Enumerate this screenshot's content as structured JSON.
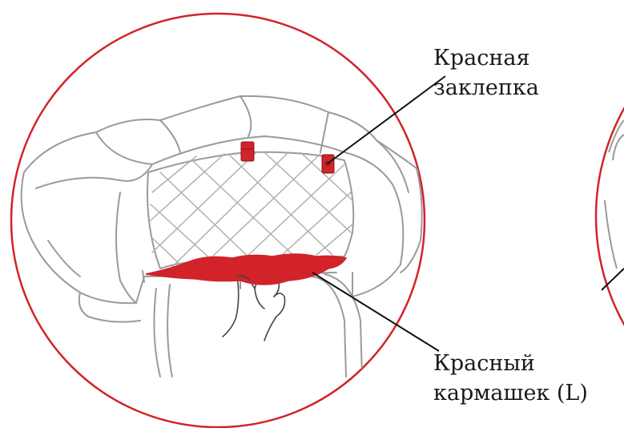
{
  "labels": {
    "rivet_line1": "Красная",
    "rivet_line2": "заклепка",
    "pocket_line1": "Красный",
    "pocket_line2": "кармашек (L)"
  },
  "colors": {
    "accent_red": "#d2232a",
    "outline_gray": "#9a9a9a",
    "line_black": "#111111"
  }
}
